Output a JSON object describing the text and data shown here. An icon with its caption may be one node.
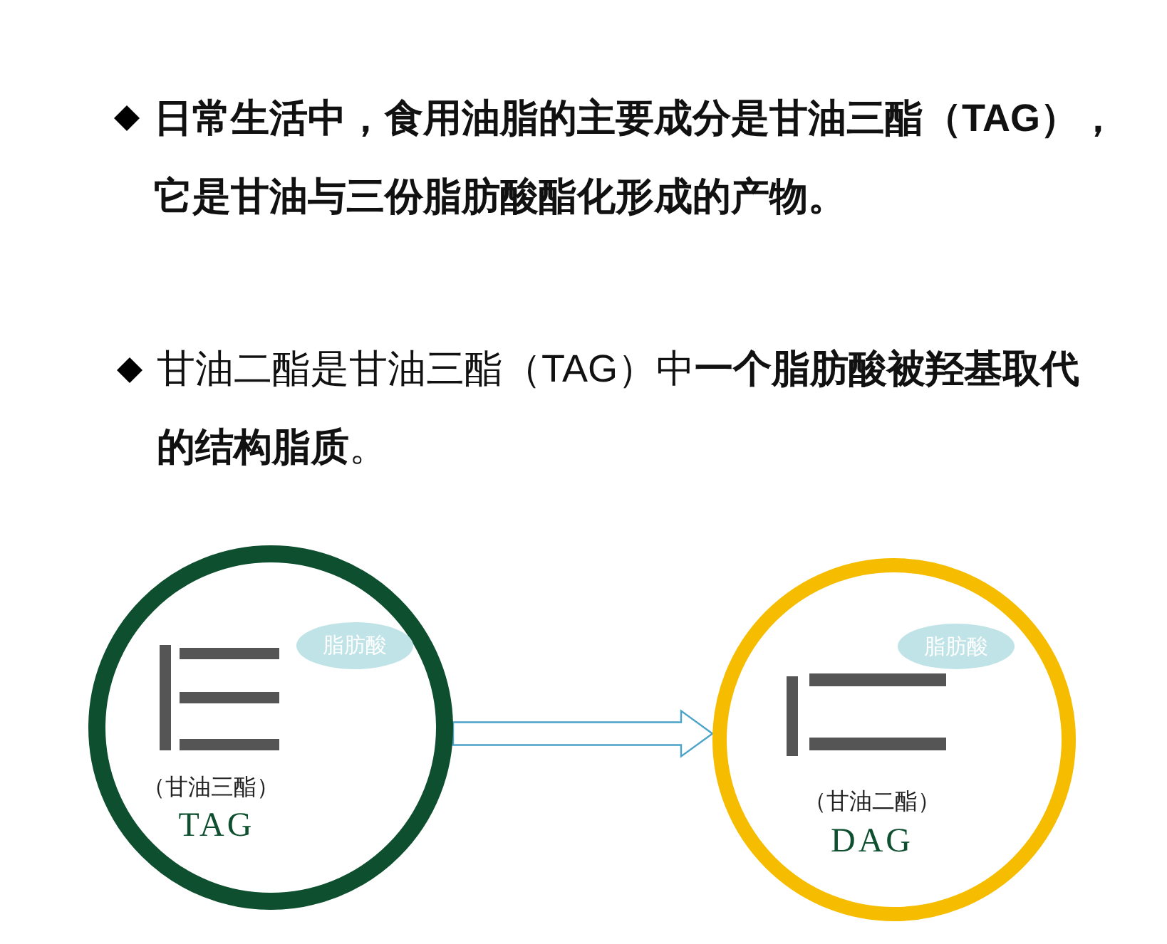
{
  "diagram": {
    "nodes": [
      {
        "text": [
          "（甘油三酯）",
          "TAG"
        ]
      },
      {
        "text": [
          "脂肪酸"
        ],
        "in": 0
      },
      {
        "text": [
          "（甘油二酯）",
          "DAG"
        ]
      },
      {
        "text": [
          "脂肪酸"
        ],
        "in": 2
      }
    ],
    "edges": [
      {
        "from": 0,
        "to": 2,
        "arrow": "to"
      }
    ],
    "labels": [
      "日常生活中，食用油脂的主要成分是甘油三酯（TAG），它是甘油与三份脂肪酸酯化形成的产物。",
      "甘油二酯是甘油三酯（TAG）中**一个脂肪酸被羟基取代的结构脂质**。"
    ]
  }
}
